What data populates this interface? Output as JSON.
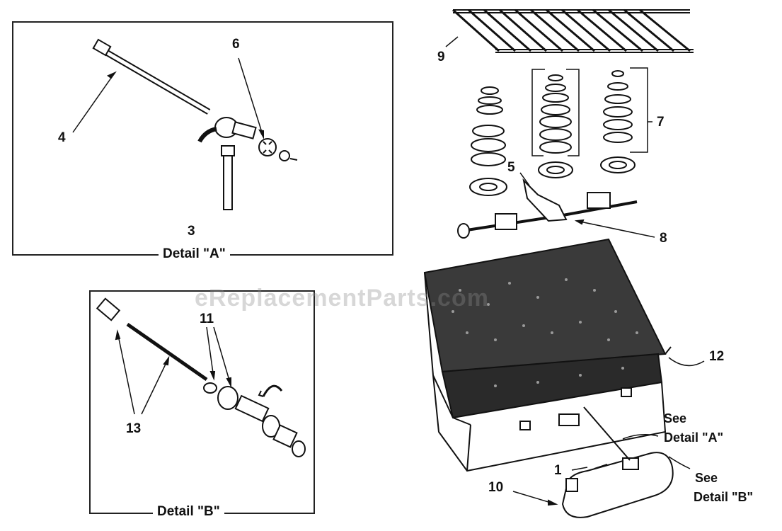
{
  "watermark": "eReplacementParts.com",
  "detail_a": {
    "title": "Detail \"A\""
  },
  "detail_b": {
    "title": "Detail \"B\""
  },
  "callouts": {
    "c1": "1",
    "c3": "3",
    "c4": "4",
    "c5": "5",
    "c6": "6",
    "c7": "7",
    "c8": "8",
    "c9": "9",
    "c10": "10",
    "c11": "11",
    "c12": "12",
    "c13": "13"
  },
  "references": {
    "see_a_line1": "See",
    "see_a_line2": "Detail \"A\"",
    "see_b_line1": "See",
    "see_b_line2": "Detail \"B\""
  }
}
